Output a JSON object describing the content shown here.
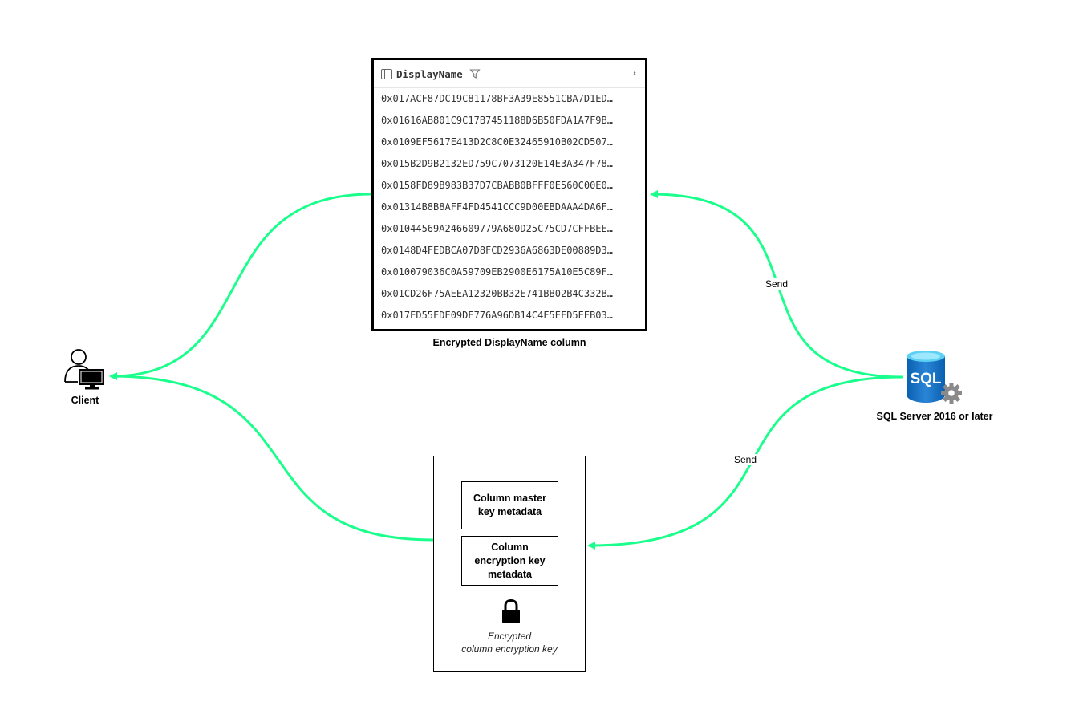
{
  "table": {
    "column_name": "DisplayName",
    "rows": [
      "0x017ACF87DC19C81178BF3A39E8551CBA7D1ED…",
      "0x01616AB801C9C17B7451188D6B50FDA1A7F9B…",
      "0x0109EF5617E413D2C8C0E32465910B02CD507…",
      "0x015B2D9B2132ED759C7073120E14E3A347F78…",
      "0x0158FD89B983B37D7CBABB0BFFF0E560C00E0…",
      "0x01314B8B8AFF4FD4541CCC9D00EBDAAA4DA6F…",
      "0x01044569A246609779A680D25C75CD7CFFBEE…",
      "0x0148D4FEDBCA07D8FCD2936A6863DE00889D3…",
      "0x010079036C0A59709EB2900E6175A10E5C89F…",
      "0x01CD26F75AEEA12320BB32E741BB02B4C332B…",
      "0x017ED55FDE09DE776A96DB14C4F5EFD5EEB03…"
    ],
    "caption": "Encrypted DisplayName column"
  },
  "client": {
    "label": "Client",
    "icon": "user-computer-icon"
  },
  "sql_server": {
    "label": "SQL Server 2016 or later",
    "icon": "sql-database-icon",
    "icon_text": "SQL"
  },
  "edges": {
    "send_top": "Send",
    "send_bottom": "Send",
    "color": "#1aff8c"
  },
  "metadata": {
    "cmk": "Column master key metadata",
    "cek": "Column encryption key metadata",
    "caption_line1": "Encrypted",
    "caption_line2": "column encryption key"
  }
}
